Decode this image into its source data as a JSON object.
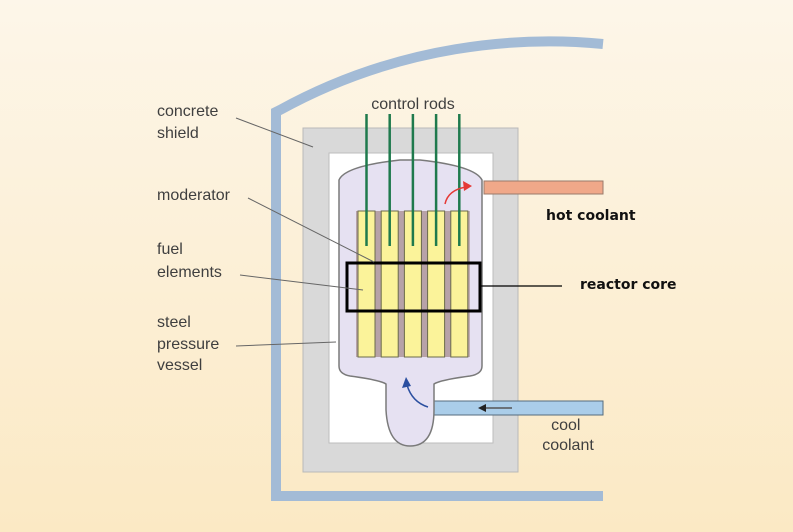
{
  "diagram": {
    "title_label": "control rods",
    "labels": {
      "concrete_shield": [
        "concrete",
        "shield"
      ],
      "moderator": [
        "moderator"
      ],
      "fuel_elements": [
        "fuel",
        "elements"
      ],
      "steel_pressure_vessel": [
        "steel",
        "pressure",
        "vessel"
      ],
      "hot_coolant": "hot coolant",
      "reactor_core": "reactor core",
      "cool_coolant": [
        "cool",
        "coolant"
      ]
    },
    "control_rod_count": 5,
    "fuel_element_count": 5,
    "colors": {
      "containment": "#a3bbd6",
      "concrete": "#d9d9d9",
      "vessel_fill": "#e6e1f2",
      "fuel": "#fbf39a",
      "moderator_gap": "#b7a2a8",
      "control_rod": "#1f7a4d",
      "hot_pipe": "#f0a889",
      "cool_pipe": "#aacde9",
      "hot_arrow": "#e53935",
      "cool_arrow": "#2b4fa0",
      "core_box": "#000000"
    }
  }
}
